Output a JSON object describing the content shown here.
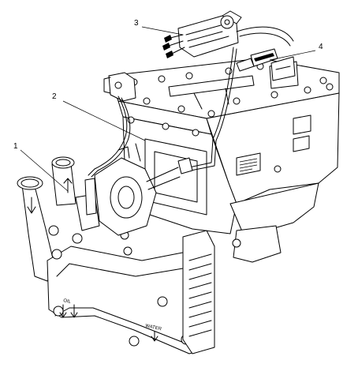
{
  "diagram": {
    "callouts": [
      {
        "id": "1",
        "label": "1"
      },
      {
        "id": "2",
        "label": "2"
      },
      {
        "id": "3",
        "label": "3"
      },
      {
        "id": "4",
        "label": "4"
      }
    ],
    "plate_labels": {
      "oil": "OIL",
      "water": "WATER"
    },
    "colors": {
      "stroke": "#000000",
      "background": "#ffffff"
    }
  }
}
